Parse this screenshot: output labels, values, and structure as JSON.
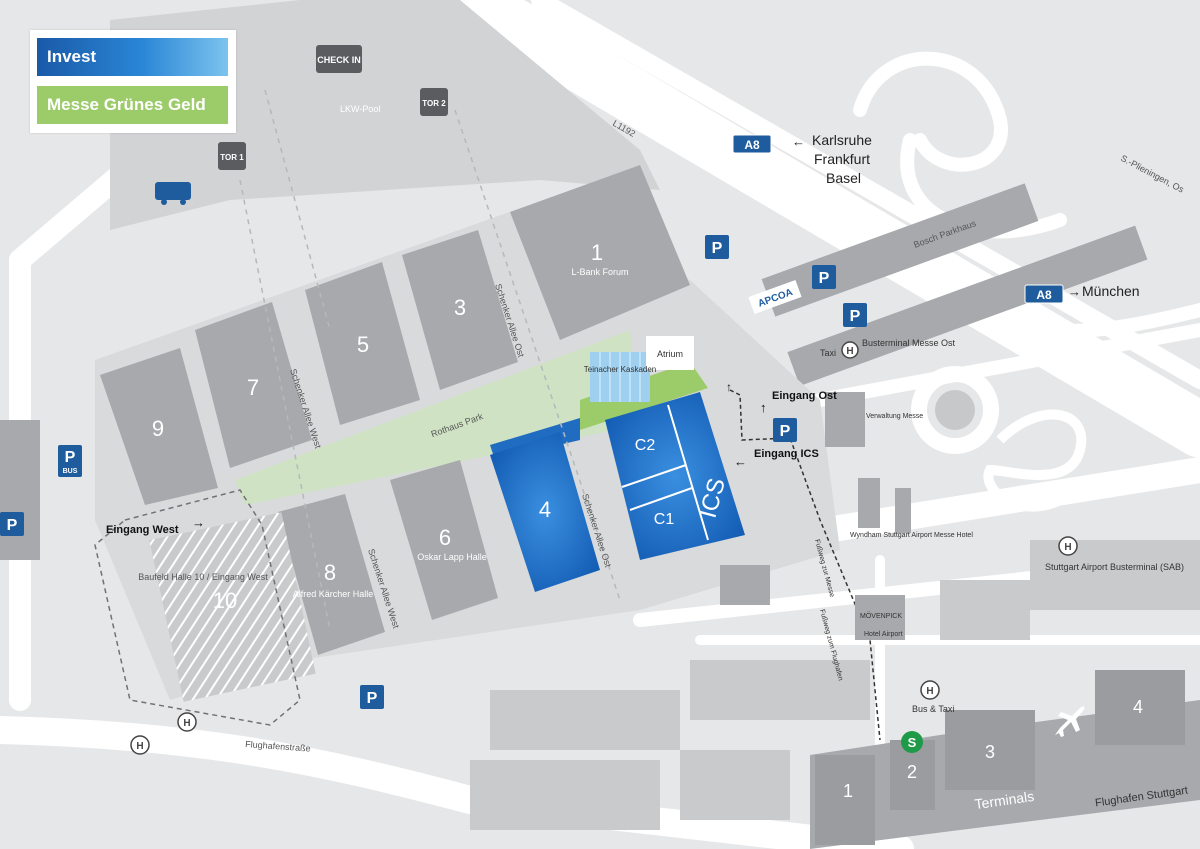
{
  "legend": {
    "items": [
      {
        "label": "Invest",
        "color": "#1f6cc0"
      },
      {
        "label": "Messe Grünes Geld",
        "color": "#9ccb6a"
      }
    ]
  },
  "colors": {
    "background": "#e6e7e8",
    "road": "#ffffff",
    "hall": "#a9abae",
    "hall_dark": "#8f9194",
    "invest": "#1f6cc0",
    "park": "#cfe3c4",
    "green_area": "#9ccb6a",
    "parking_sign": "#1f5c9e",
    "sbahn": "#1e9a48",
    "motorway_sign": "#1f5c9e"
  },
  "halls": [
    {
      "number": "1",
      "name": "L-Bank Forum"
    },
    {
      "number": "3",
      "name": ""
    },
    {
      "number": "5",
      "name": ""
    },
    {
      "number": "7",
      "name": ""
    },
    {
      "number": "9",
      "name": ""
    },
    {
      "number": "4",
      "name": ""
    },
    {
      "number": "6",
      "name": "Oskar Lapp Halle"
    },
    {
      "number": "8",
      "name": "Alfred Kärcher Halle"
    },
    {
      "number": "10",
      "name": ""
    }
  ],
  "ics": {
    "label": "ICS",
    "c1": "C1",
    "c2": "C2"
  },
  "labels": {
    "check_in": "CHECK IN",
    "tor_1": "TOR 1",
    "tor_2": "TOR 2",
    "lkw_pool": "LKW-Pool",
    "schenker_west_1": "Schenker Allee West",
    "schenker_west_2": "Schenker Allee West",
    "schenker_ost_1": "Schenker Allee Ost",
    "schenker_ost_2": "Schenker Allee Ost",
    "rothaus_park": "Rothaus Park",
    "teinacher": "Teinacher Kaskaden",
    "atrium": "Atrium",
    "l1192": "L1192",
    "a8": "A8",
    "karlsruhe": "Karlsruhe",
    "frankfurt": "Frankfurt",
    "basel": "Basel",
    "muenchen": "München",
    "bosch_parkhaus": "Bosch Parkhaus",
    "apcoa": "APCOA",
    "taxi": "Taxi",
    "busterminal_messe_ost": "Busterminal Messe Ost",
    "eingang_ost": "Eingang Ost",
    "eingang_ics": "Eingang ICS",
    "eingang_west": "Eingang West",
    "verwaltung": "Verwaltung Messe",
    "wyndham": "Wyndham Stuttgart Airport Messe Hotel",
    "moevenpick": "MÖVENPICK",
    "moevenpick_hotel": "Hotel Airport",
    "fussweg_messe": "Fußweg zur Messe",
    "fussweg_flughafen": "Fußweg zum Flughafen",
    "stuttgart_airport_busterminal": "Stuttgart Airport Busterminal (SAB)",
    "bus_taxi": "Bus & Taxi",
    "baufeld": "Baufeld Halle 10 / Eingang West",
    "flughafenstrasse": "Flughafenstraße",
    "pleiningen": "S.-Plieningen, Os",
    "terminals": "Terminals",
    "flughafen_stuttgart": "Flughafen Stuttgart",
    "terminal_1": "1",
    "terminal_2": "2",
    "terminal_3": "3",
    "terminal_4": "4",
    "parking": "P",
    "bus": "BUS",
    "h_stop": "H",
    "s_bahn": "S"
  },
  "icons": [
    "parking-icon",
    "bus-stop-icon",
    "sbahn-icon",
    "airplane-icon",
    "camper-icon",
    "arrow-icon"
  ]
}
